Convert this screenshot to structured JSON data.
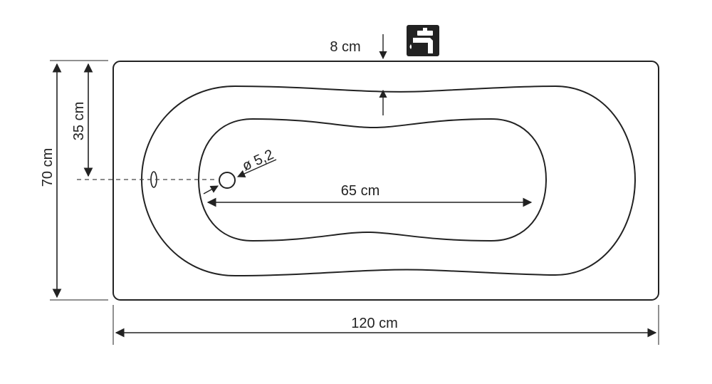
{
  "dimensions": {
    "total_length": "120 cm",
    "total_width": "70 cm",
    "half_width": "35 cm",
    "inner_length": "65 cm",
    "rim_width": "8 cm",
    "drain_diameter": "ø 5,2"
  },
  "icons": {
    "faucet": "faucet-icon"
  },
  "colors": {
    "line": "#222222",
    "background": "#ffffff",
    "dash": "#444444"
  }
}
